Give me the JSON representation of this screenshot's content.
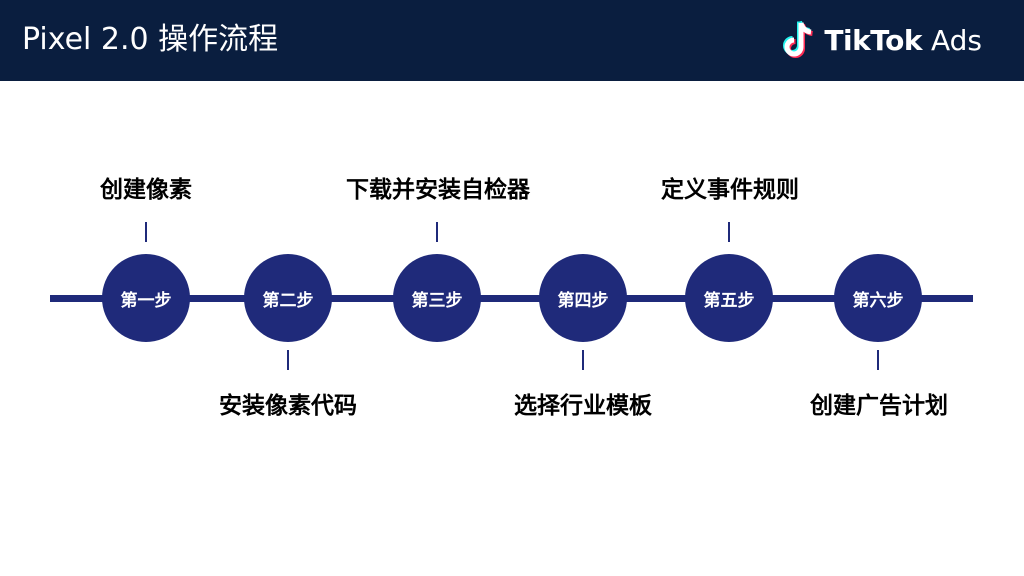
{
  "header": {
    "title": "Pixel 2.0 操作流程",
    "logo_text": "TikTok",
    "logo_sub": "Ads",
    "background": "#0a1e3f"
  },
  "diagram": {
    "accent_color": "#1f2a7a",
    "steps": [
      {
        "label": "第一步",
        "description": "创建像素"
      },
      {
        "label": "第二步",
        "description": "安装像素代码"
      },
      {
        "label": "第三步",
        "description": "下载并安装自检器"
      },
      {
        "label": "第四步",
        "description": "选择行业模板"
      },
      {
        "label": "第五步",
        "description": "定义事件规则"
      },
      {
        "label": "第六步",
        "description": "创建广告计划"
      }
    ]
  },
  "icons": {
    "logo": "tiktok-note-icon"
  }
}
